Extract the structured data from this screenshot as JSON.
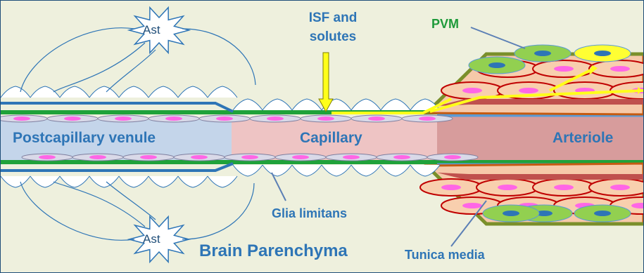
{
  "labels": {
    "ast_top": "Ast",
    "ast_bottom": "Ast",
    "isf_line1": "ISF and",
    "isf_line2": "solutes",
    "pvm": "PVM",
    "postcapillary_venule": "Postcapillary  venule",
    "capillary": "Capillary",
    "arteriole": "Arteriole",
    "glia_limitans": "Glia limitans",
    "brain_parenchyma": "Brain Parenchyma",
    "tunica_media": "Tunica media"
  },
  "colors": {
    "background": "#eef0dd",
    "venule_lumen": "#c4d5ea",
    "capillary_lumen": "#eec4c4",
    "arteriole_lumen": "#d79c9c",
    "tunica_media": "#f6c9a9",
    "basement_membrane_green": "#1fa23a",
    "endothelium_blue": "#2e75b6",
    "endothelial_nucleus": "#ff66e6",
    "flow_arrow_yellow": "#ffff1a",
    "pvm_green": "#92d050",
    "smc_outline": "#c00000",
    "border": "#1f4e79"
  },
  "icons": [
    "astrocyte-starburst",
    "glia-endfoot",
    "pericyte-cell",
    "smooth-muscle-cell",
    "perivascular-macrophage"
  ]
}
